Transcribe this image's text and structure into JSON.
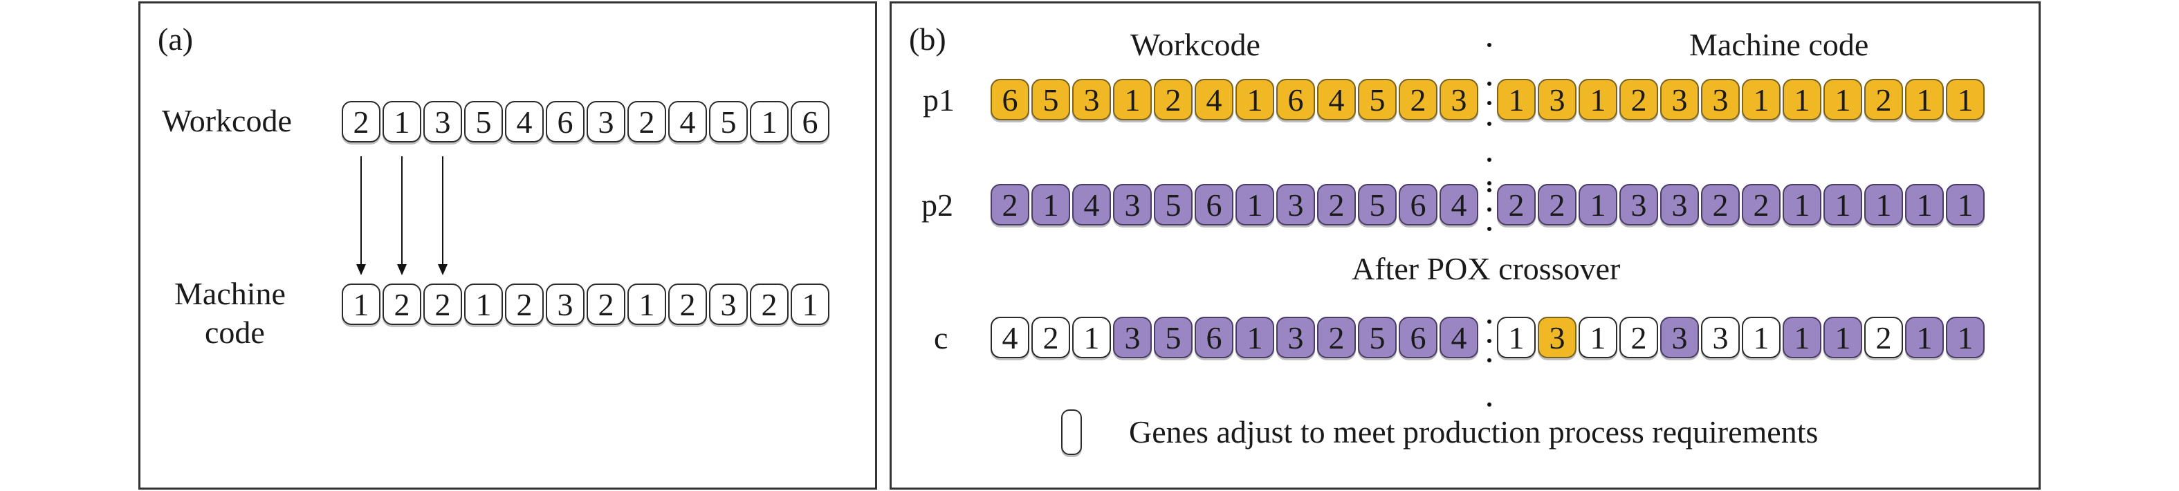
{
  "panel_a": {
    "label": "(a)",
    "workcode_label": "Workcode",
    "machine_label_line1": "Machine",
    "machine_label_line2": "code",
    "workcode": [
      2,
      1,
      3,
      5,
      4,
      6,
      3,
      2,
      4,
      5,
      1,
      6
    ],
    "machine_code": [
      1,
      2,
      2,
      1,
      2,
      3,
      2,
      1,
      2,
      3,
      2,
      1
    ],
    "arrow_count": 3
  },
  "panel_b": {
    "label": "(b)",
    "header_workcode": "Workcode",
    "header_machine": "Machine code",
    "crossover_label": "After POX crossover",
    "legend_text": "Genes adjust to meet production process requirements",
    "colors": {
      "yellow": "#f0b824",
      "purple": "#9b86c4",
      "white": "#ffffff"
    },
    "rows": [
      {
        "name": "p1",
        "workcode": [
          {
            "v": 6,
            "c": "y"
          },
          {
            "v": 5,
            "c": "y"
          },
          {
            "v": 3,
            "c": "y"
          },
          {
            "v": 1,
            "c": "y"
          },
          {
            "v": 2,
            "c": "y"
          },
          {
            "v": 4,
            "c": "y"
          },
          {
            "v": 1,
            "c": "y"
          },
          {
            "v": 6,
            "c": "y"
          },
          {
            "v": 4,
            "c": "y"
          },
          {
            "v": 5,
            "c": "y"
          },
          {
            "v": 2,
            "c": "y"
          },
          {
            "v": 3,
            "c": "y"
          }
        ],
        "machine": [
          {
            "v": 1,
            "c": "y"
          },
          {
            "v": 3,
            "c": "y"
          },
          {
            "v": 1,
            "c": "y"
          },
          {
            "v": 2,
            "c": "y"
          },
          {
            "v": 3,
            "c": "y"
          },
          {
            "v": 3,
            "c": "y"
          },
          {
            "v": 1,
            "c": "y"
          },
          {
            "v": 1,
            "c": "y"
          },
          {
            "v": 1,
            "c": "y"
          },
          {
            "v": 2,
            "c": "y"
          },
          {
            "v": 1,
            "c": "y"
          },
          {
            "v": 1,
            "c": "y"
          }
        ]
      },
      {
        "name": "p2",
        "workcode": [
          {
            "v": 2,
            "c": "p"
          },
          {
            "v": 1,
            "c": "p"
          },
          {
            "v": 4,
            "c": "p"
          },
          {
            "v": 3,
            "c": "p"
          },
          {
            "v": 5,
            "c": "p"
          },
          {
            "v": 6,
            "c": "p"
          },
          {
            "v": 1,
            "c": "p"
          },
          {
            "v": 3,
            "c": "p"
          },
          {
            "v": 2,
            "c": "p"
          },
          {
            "v": 5,
            "c": "p"
          },
          {
            "v": 6,
            "c": "p"
          },
          {
            "v": 4,
            "c": "p"
          }
        ],
        "machine": [
          {
            "v": 2,
            "c": "p"
          },
          {
            "v": 2,
            "c": "p"
          },
          {
            "v": 1,
            "c": "p"
          },
          {
            "v": 3,
            "c": "p"
          },
          {
            "v": 3,
            "c": "p"
          },
          {
            "v": 2,
            "c": "p"
          },
          {
            "v": 2,
            "c": "p"
          },
          {
            "v": 1,
            "c": "p"
          },
          {
            "v": 1,
            "c": "p"
          },
          {
            "v": 1,
            "c": "p"
          },
          {
            "v": 1,
            "c": "p"
          },
          {
            "v": 1,
            "c": "p"
          }
        ]
      },
      {
        "name": "c",
        "workcode": [
          {
            "v": 4,
            "c": "w"
          },
          {
            "v": 2,
            "c": "w"
          },
          {
            "v": 1,
            "c": "w"
          },
          {
            "v": 3,
            "c": "p"
          },
          {
            "v": 5,
            "c": "p"
          },
          {
            "v": 6,
            "c": "p"
          },
          {
            "v": 1,
            "c": "p"
          },
          {
            "v": 3,
            "c": "p"
          },
          {
            "v": 2,
            "c": "p"
          },
          {
            "v": 5,
            "c": "p"
          },
          {
            "v": 6,
            "c": "p"
          },
          {
            "v": 4,
            "c": "p"
          }
        ],
        "machine": [
          {
            "v": 1,
            "c": "w"
          },
          {
            "v": 3,
            "c": "y"
          },
          {
            "v": 1,
            "c": "w"
          },
          {
            "v": 2,
            "c": "w"
          },
          {
            "v": 3,
            "c": "p"
          },
          {
            "v": 3,
            "c": "w"
          },
          {
            "v": 1,
            "c": "w"
          },
          {
            "v": 1,
            "c": "p"
          },
          {
            "v": 1,
            "c": "p"
          },
          {
            "v": 2,
            "c": "w"
          },
          {
            "v": 1,
            "c": "p"
          },
          {
            "v": 1,
            "c": "p"
          }
        ]
      }
    ]
  }
}
